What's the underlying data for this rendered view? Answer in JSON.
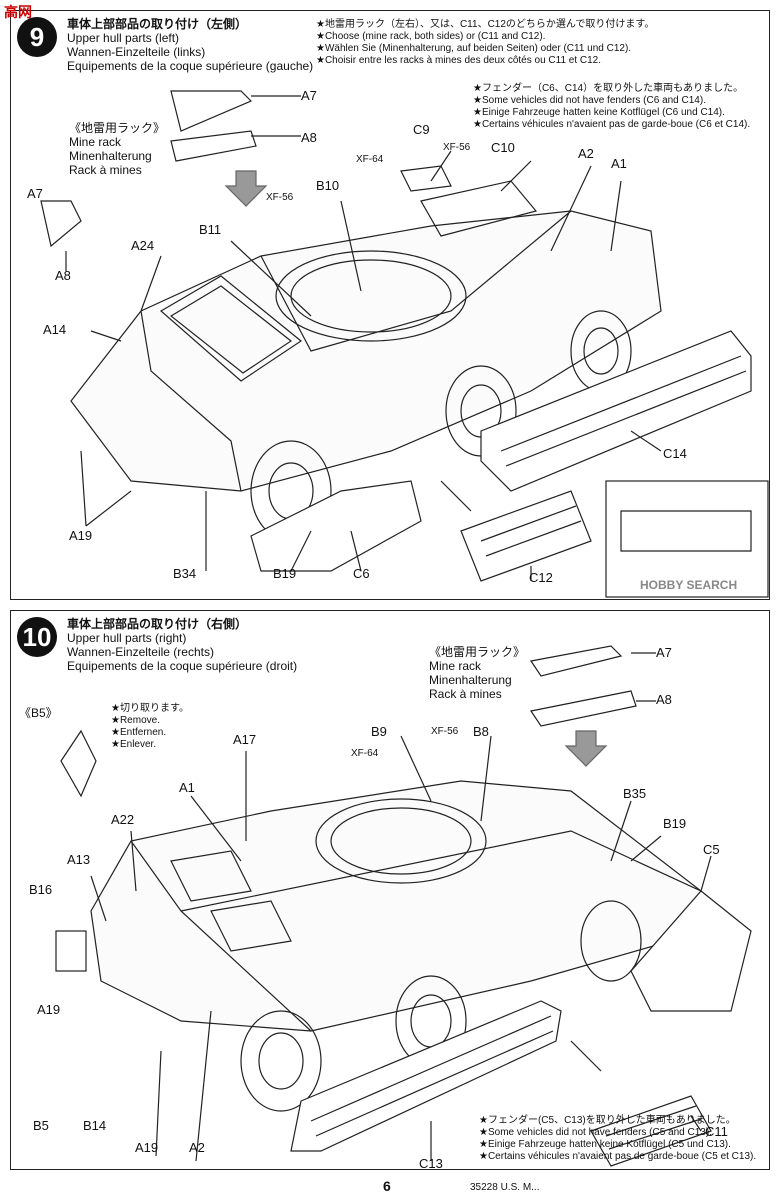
{
  "step9": {
    "number": "9",
    "title_jp": "車体上部部品の取り付け（左側）",
    "title_en": "Upper hull parts (left)",
    "title_de": "Wannen-Einzelteile (links)",
    "title_fr": "Equipements de la coque supérieure (gauche)",
    "note_top": [
      "★地雷用ラック（左右）、又は、C11、C12のどちらか選んで取り付けます。",
      "★Choose (mine rack, both sides) or (C11 and C12).",
      "★Wählen Sie (Minenhalterung, auf beiden Seiten) oder (C11 und C12).",
      "★Choisir entre les racks à mines des deux côtés ou C11 et C12."
    ],
    "note_fender": [
      "★フェンダー（C6、C14）を取り外した車両もありました。",
      "★Some vehicles did not have fenders (C6 and C14).",
      "★Einige Fahrzeuge hatten keine Kotflügel (C6 und C14).",
      "★Certains véhicules n'avaient pas de garde-boue (C6 et C14)."
    ],
    "minerack": [
      "《地雷用ラック》",
      "Mine rack",
      "Minenhalterung",
      "Rack à mines"
    ],
    "labels": {
      "A7a": "A7",
      "A8a": "A8",
      "A7b": "A7",
      "A8b": "A8",
      "C9": "C9",
      "C10": "C10",
      "A2": "A2",
      "A1": "A1",
      "XF64": "XF-64",
      "XF56a": "XF-56",
      "XF56b": "XF-56",
      "B10": "B10",
      "B11": "B11",
      "A24": "A24",
      "A14": "A14",
      "A19": "A19",
      "B34": "B34",
      "B19": "B19",
      "C6": "C6",
      "C12": "C12",
      "C14": "C14"
    }
  },
  "step10": {
    "number": "10",
    "title_jp": "車体上部部品の取り付け（右側）",
    "title_en": "Upper hull parts (right)",
    "title_de": "Wannen-Einzelteile (rechts)",
    "title_fr": "Equipements de la coque supérieure (droit)",
    "minerack": [
      "《地雷用ラック》",
      "Mine rack",
      "Minenhalterung",
      "Rack à mines"
    ],
    "b5_note": [
      "《B5》",
      "★切り取ります。",
      "★Remove.",
      "★Entfernen.",
      "★Enlever."
    ],
    "note_fender": [
      "★フェンダー(C5、C13)を取り外した車両もありました。",
      "★Some vehicles did not have fenders (C5 and C13).",
      "★Einige Fahrzeuge hatten keine Kotflügel (C5 und C13).",
      "★Certains véhicules n'avaient pas de garde-boue (C5 et C13)."
    ],
    "labels": {
      "A7": "A7",
      "A8": "A8",
      "A17": "A17",
      "B9": "B9",
      "B8": "B8",
      "XF64": "XF-64",
      "XF56": "XF-56",
      "A1": "A1",
      "A22": "A22",
      "A13": "A13",
      "B16": "B16",
      "A19a": "A19",
      "B5": "B5",
      "B14": "B14",
      "A19b": "A19",
      "A2": "A2",
      "B35": "B35",
      "B19": "B19",
      "C5": "C5",
      "C11": "C11",
      "C13": "C13"
    }
  },
  "footer": {
    "page": "6",
    "code": "35228 U.S. M..."
  },
  "watermark": {
    "top_left": "高",
    "top_left_net": "网",
    "bottom_right": "HOBBY SEARCH"
  }
}
